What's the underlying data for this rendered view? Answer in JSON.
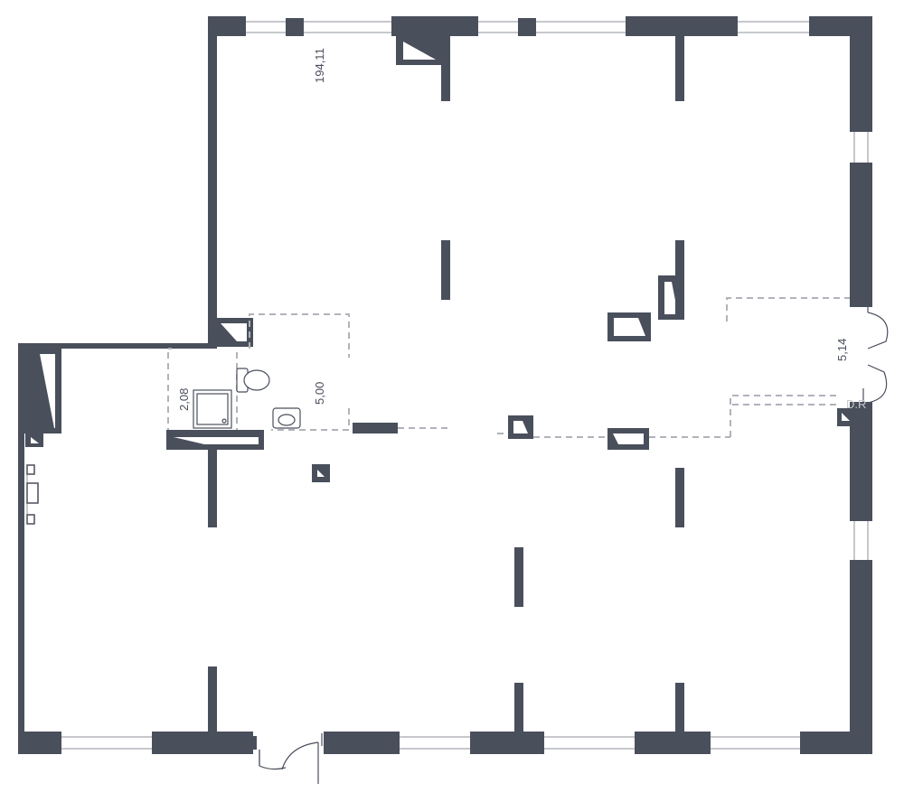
{
  "plan": {
    "colors": {
      "wall": "#4a4f5c",
      "window": "#8c909a",
      "dashed": "#b0b3ba",
      "watermark": "#c8cad0"
    },
    "dimensions": {
      "total_area": "194,11",
      "room_depth": "5,00",
      "bath_width": "2,08",
      "entrance_width": "5,14"
    },
    "watermark": "D.R"
  }
}
